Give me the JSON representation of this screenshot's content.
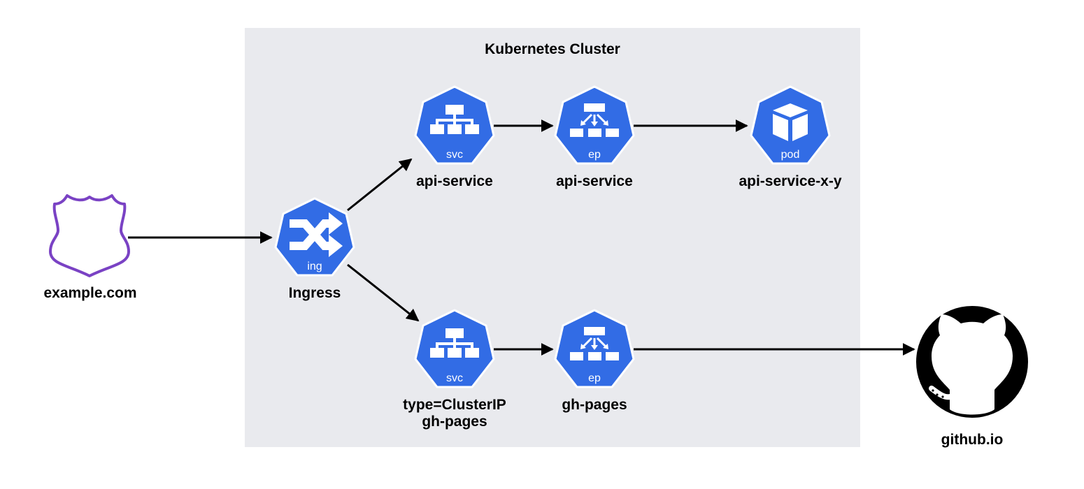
{
  "cluster": {
    "title": "Kubernetes Cluster"
  },
  "colors": {
    "k8s_blue": "#326CE5",
    "cluster_bg": "#E9EAEE",
    "domain_purple": "#7A42C4",
    "edge": "#000000"
  },
  "nodes": {
    "domain": {
      "label": "example.com",
      "icon": "highway-shield-icon"
    },
    "ingress": {
      "label": "Ingress",
      "badge": "ing",
      "icon": "shuffle-arrows-icon"
    },
    "api_svc": {
      "label": "api-service",
      "badge": "svc",
      "icon": "service-tree-icon"
    },
    "api_ep": {
      "label": "api-service",
      "badge": "ep",
      "icon": "endpoints-icon"
    },
    "api_pod": {
      "label": "api-service-x-y",
      "badge": "pod",
      "icon": "cube-icon"
    },
    "gh_svc": {
      "label_line1": "type=ClusterIP",
      "label_line2": "gh-pages",
      "badge": "svc",
      "icon": "service-tree-icon"
    },
    "gh_ep": {
      "label": "gh-pages",
      "badge": "ep",
      "icon": "endpoints-icon"
    },
    "github": {
      "label": "github.io",
      "icon": "github-octocat-icon"
    }
  }
}
